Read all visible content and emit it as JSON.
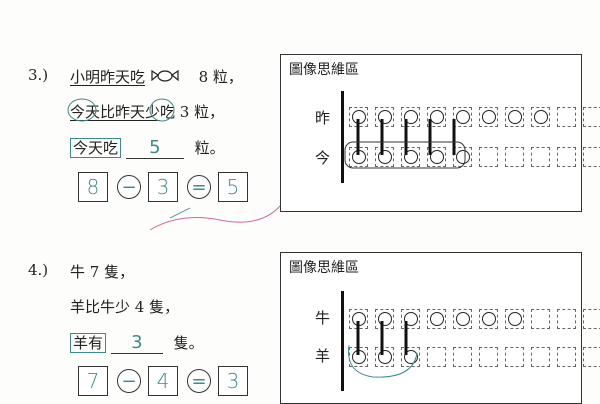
{
  "q3": {
    "number": "3.)",
    "line1_a": "小明昨天吃",
    "line1_b": "8 粒，",
    "line2_underlined": "今天比昨天少",
    "line2_rest": "吃 3 粒，",
    "line3_a": "今天吃",
    "line3_b": "粒。",
    "answer_blank": "5",
    "eq": [
      "8",
      "−",
      "3",
      "=",
      "5"
    ],
    "panel_title": "圖像思維區",
    "row1_label": "昨",
    "row2_label": "今",
    "row1_beads": 8,
    "row2_beads": 5,
    "row_cells": 11
  },
  "q4": {
    "number": "4.)",
    "line1": "牛 7 隻，",
    "line2": "羊比牛少 4 隻，",
    "line3_a": "羊有",
    "line3_b": "隻。",
    "answer_blank": "3",
    "eq": [
      "7",
      "−",
      "4",
      "=",
      "3"
    ],
    "panel_title": "圖像思維區",
    "row1_label": "牛",
    "row2_label": "羊",
    "row1_beads": 7,
    "row2_beads": 3,
    "row_cells": 11
  },
  "colors": {
    "ink": "#222222",
    "pencil": "#3d8a8a",
    "pink": "#d4679e"
  }
}
